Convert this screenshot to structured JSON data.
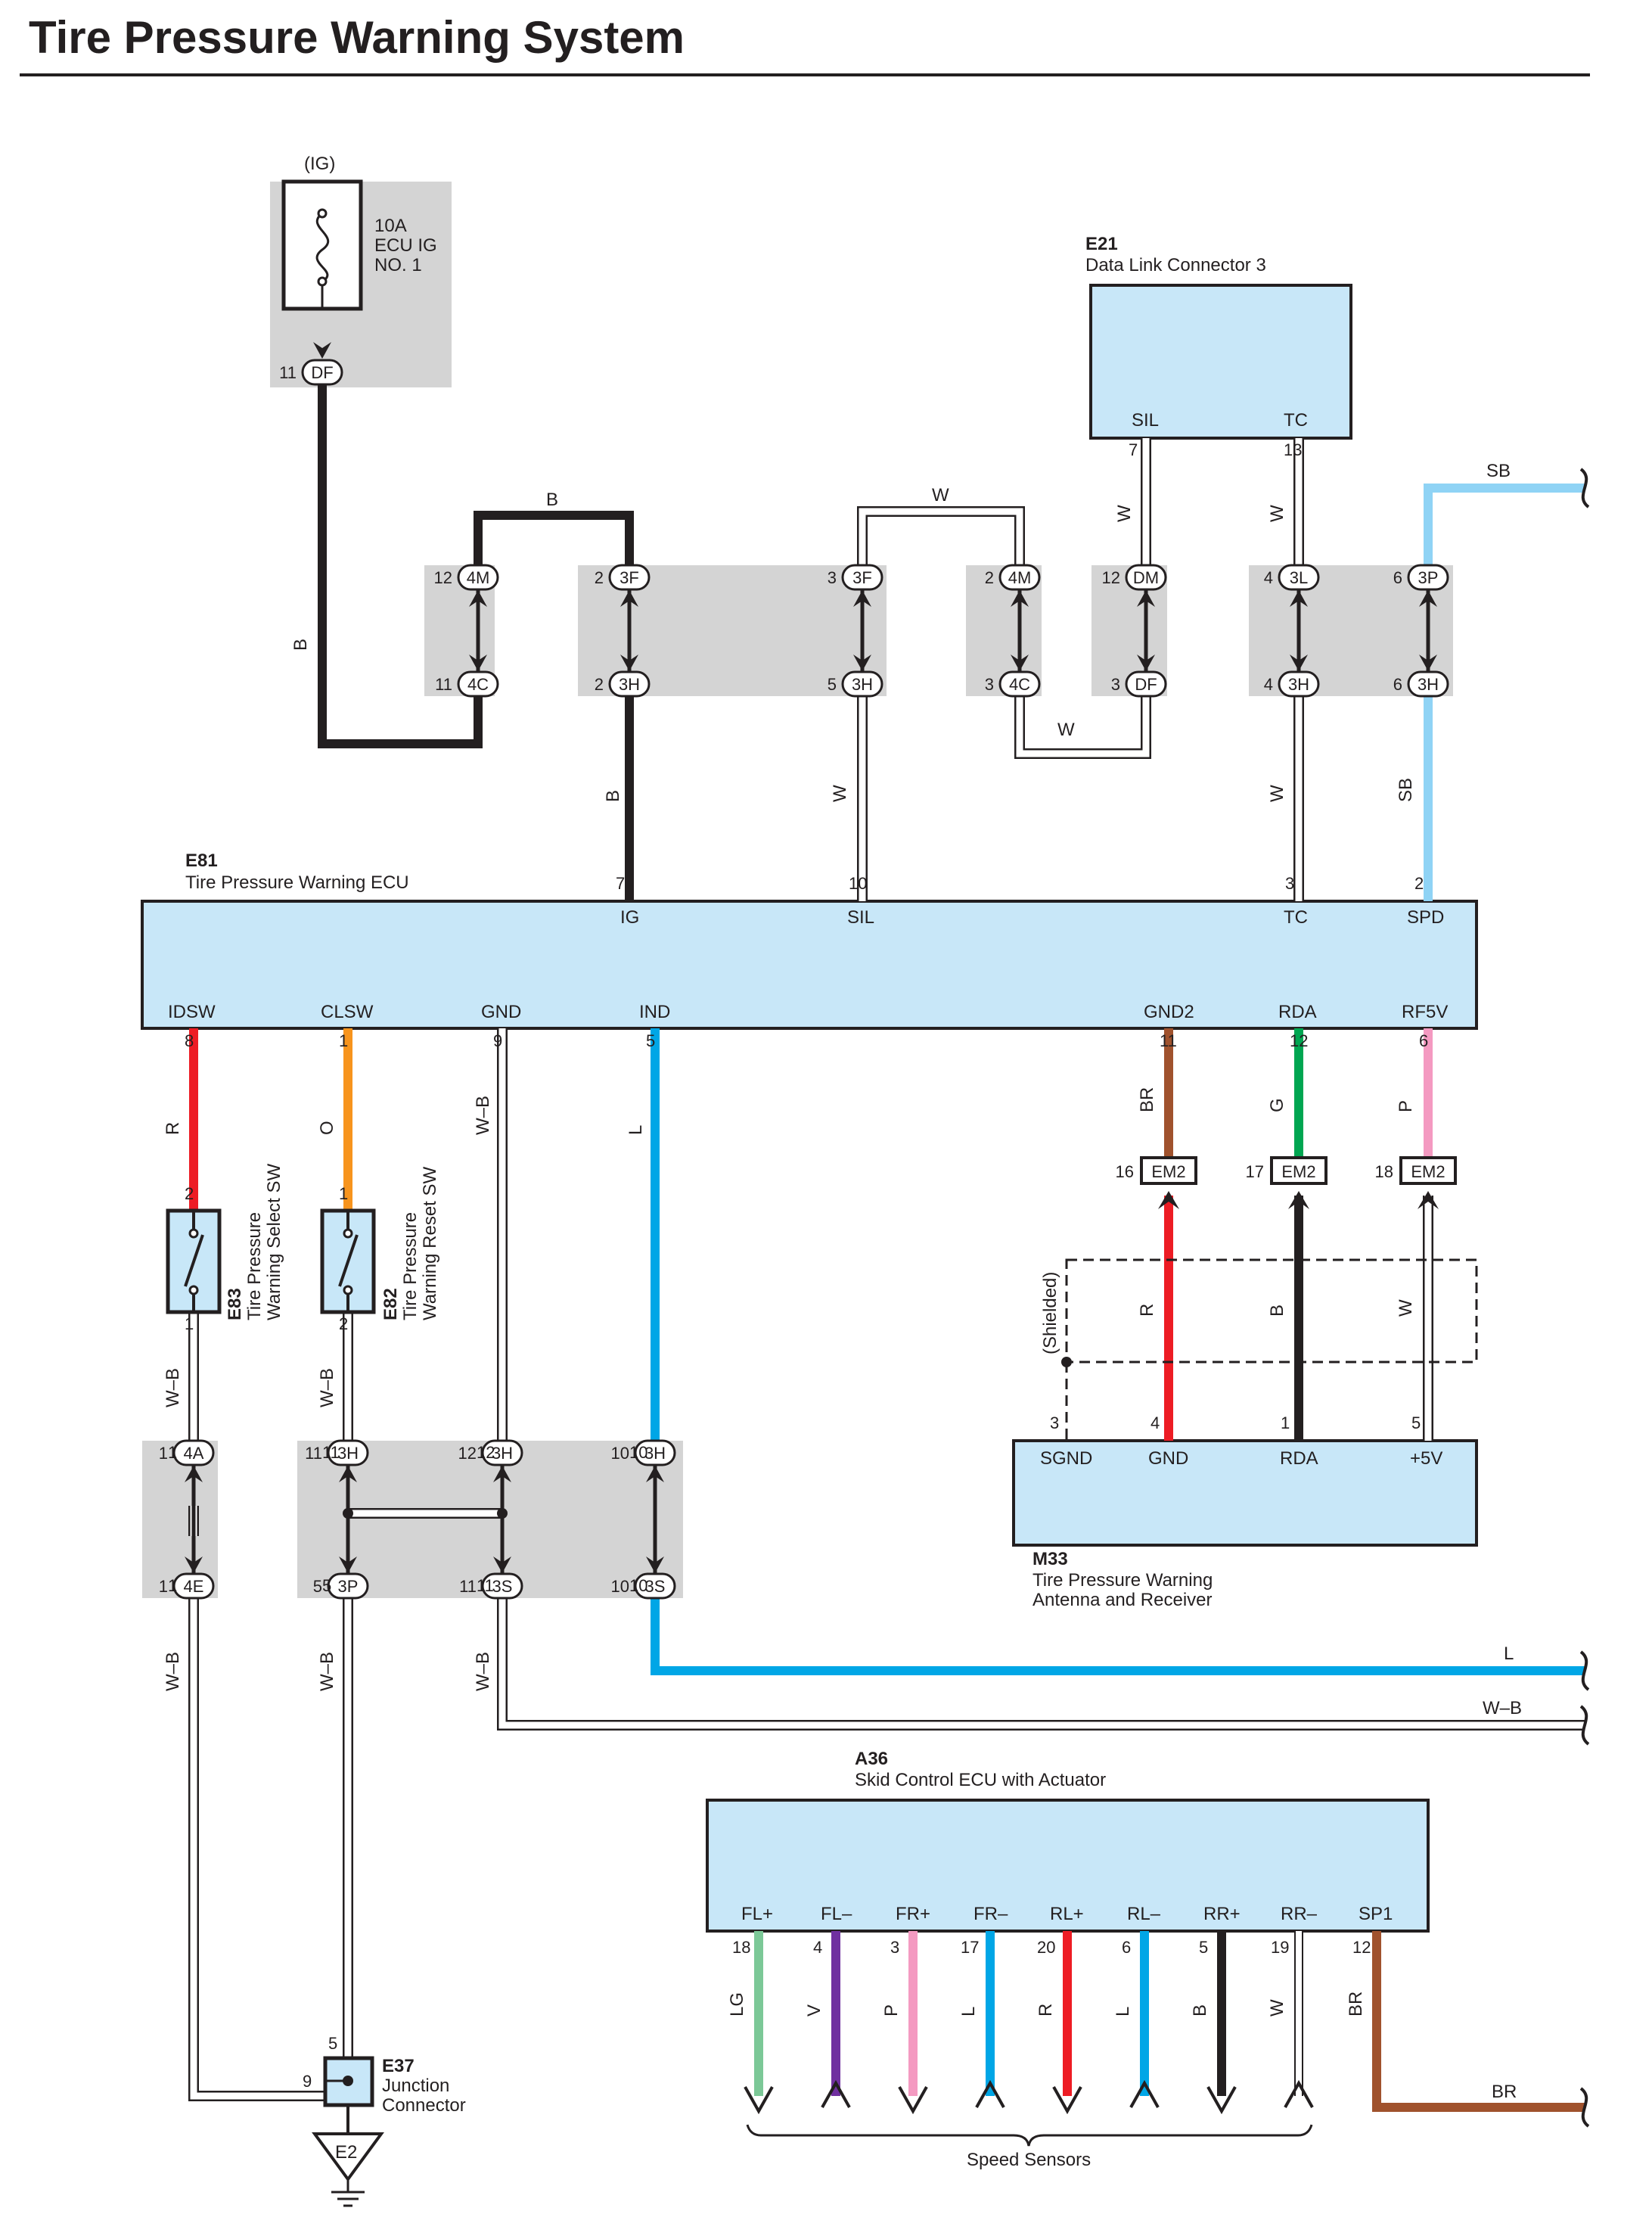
{
  "title": "Tire Pressure Warning System",
  "fuse": {
    "supply": "(IG)",
    "rating": "10A",
    "name_line1": "ECU IG",
    "name_line2": "NO. 1"
  },
  "components": {
    "e21": {
      "code": "E21",
      "name": "Data Link Connector 3",
      "pins": [
        "SIL",
        "TC"
      ]
    },
    "e81": {
      "code": "E81",
      "name": "Tire Pressure Warning ECU",
      "top_pins": [
        "IG",
        "SIL",
        "TC",
        "SPD"
      ],
      "bottom_pins": [
        "IDSW",
        "CLSW",
        "GND",
        "IND",
        "GND2",
        "RDA",
        "RF5V"
      ]
    },
    "e83": {
      "code": "E83",
      "name_line1": "Tire Pressure",
      "name_line2": "Warning Select SW"
    },
    "e82": {
      "code": "E82",
      "name_line1": "Tire Pressure",
      "name_line2": "Warning Reset SW"
    },
    "m33": {
      "code": "M33",
      "name_line1": "Tire Pressure Warning",
      "name_line2": "Antenna and Receiver",
      "pins": [
        "SGND",
        "GND",
        "RDA",
        "+5V"
      ]
    },
    "a36": {
      "code": "A36",
      "name": "Skid Control ECU with Actuator",
      "pins": [
        "FL+",
        "FL–",
        "FR+",
        "FR–",
        "RL+",
        "RL–",
        "RR+",
        "RR–",
        "SP1"
      ]
    },
    "e37": {
      "code": "E37",
      "name_line1": "Junction",
      "name_line2": "Connector"
    },
    "ground": "E2",
    "shielded": "(Shielded)",
    "speed_sensors": "Speed Sensors"
  },
  "wire_colors": [
    "B",
    "W",
    "SB",
    "R",
    "O",
    "W–B",
    "L",
    "BR",
    "G",
    "P",
    "LG",
    "V"
  ],
  "wire_hex": {
    "B": "#231f20",
    "W": "#ffffff",
    "SB": "#8fd3f5",
    "R": "#ed1c24",
    "O": "#f7941d",
    "L": "#00a6e6",
    "BR": "#a0522d",
    "G": "#00a651",
    "P": "#f49ac1",
    "LG": "#7cc897",
    "V": "#7030a0"
  },
  "connectors": [
    "DF",
    "4M",
    "4C",
    "3F",
    "3H",
    "DM",
    "3L",
    "3P",
    "EM2",
    "4A",
    "4E",
    "3S"
  ],
  "pin_numbers": [
    "1",
    "2",
    "3",
    "4",
    "5",
    "6",
    "7",
    "8",
    "9",
    "10",
    "11",
    "12",
    "13",
    "16",
    "17",
    "18",
    "19",
    "20"
  ]
}
